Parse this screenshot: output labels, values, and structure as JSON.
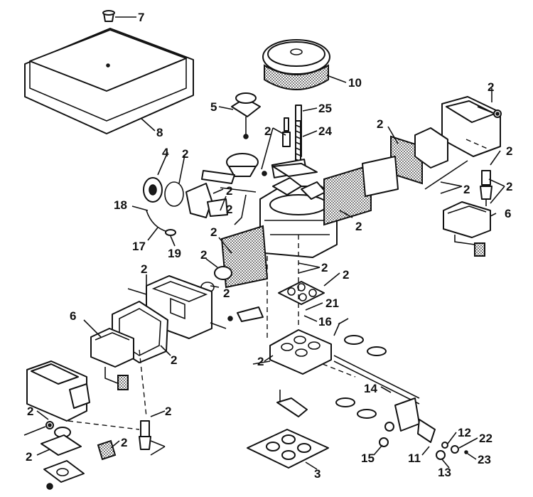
{
  "diagram": {
    "callouts": [
      {
        "id": "c7",
        "label": "7"
      },
      {
        "id": "c8",
        "label": "8"
      },
      {
        "id": "c10",
        "label": "10"
      },
      {
        "id": "c5",
        "label": "5"
      },
      {
        "id": "c25",
        "label": "25"
      },
      {
        "id": "c24",
        "label": "24"
      },
      {
        "id": "c2a",
        "label": "2"
      },
      {
        "id": "c2b",
        "label": "2"
      },
      {
        "id": "c2c",
        "label": "2"
      },
      {
        "id": "c2d",
        "label": "2"
      },
      {
        "id": "c2e",
        "label": "2"
      },
      {
        "id": "c2f",
        "label": "2"
      },
      {
        "id": "c4",
        "label": "4"
      },
      {
        "id": "c2g",
        "label": "2"
      },
      {
        "id": "c2h",
        "label": "2"
      },
      {
        "id": "c18",
        "label": "18"
      },
      {
        "id": "c17",
        "label": "17"
      },
      {
        "id": "c19",
        "label": "19"
      },
      {
        "id": "c2i",
        "label": "2"
      },
      {
        "id": "c2j",
        "label": "2"
      },
      {
        "id": "c6a",
        "label": "6"
      },
      {
        "id": "c2k",
        "label": "2"
      },
      {
        "id": "c2l",
        "label": "2"
      },
      {
        "id": "c2m",
        "label": "2"
      },
      {
        "id": "c2n",
        "label": "2"
      },
      {
        "id": "c2o",
        "label": "2"
      },
      {
        "id": "c21",
        "label": "21"
      },
      {
        "id": "c16",
        "label": "16"
      },
      {
        "id": "c6b",
        "label": "6"
      },
      {
        "id": "c2p",
        "label": "2"
      },
      {
        "id": "c2q",
        "label": "2"
      },
      {
        "id": "c14",
        "label": "14"
      },
      {
        "id": "c2r",
        "label": "2"
      },
      {
        "id": "c2s",
        "label": "2"
      },
      {
        "id": "c2t",
        "label": "2"
      },
      {
        "id": "c2u",
        "label": "2"
      },
      {
        "id": "c2v",
        "label": "2"
      },
      {
        "id": "c12",
        "label": "12"
      },
      {
        "id": "c22",
        "label": "22"
      },
      {
        "id": "c15",
        "label": "15"
      },
      {
        "id": "c11",
        "label": "11"
      },
      {
        "id": "c23",
        "label": "23"
      },
      {
        "id": "c13",
        "label": "13"
      },
      {
        "id": "c3",
        "label": "3"
      }
    ]
  }
}
